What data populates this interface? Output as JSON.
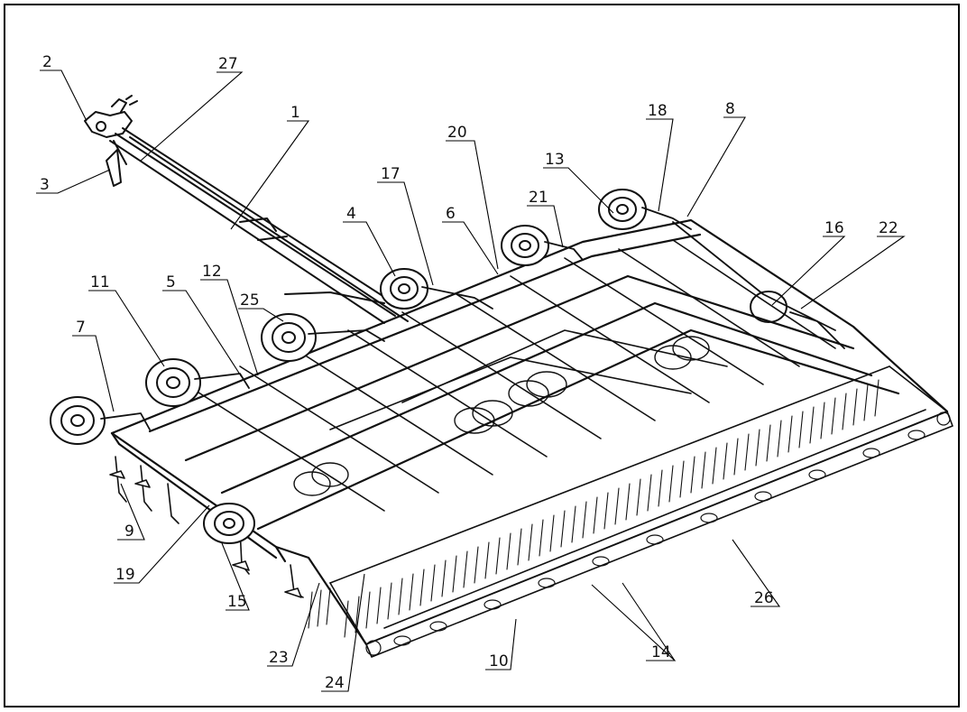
{
  "callouts": {
    "c1": "1",
    "c2": "2",
    "c3": "3",
    "c4": "4",
    "c5": "5",
    "c6": "6",
    "c7": "7",
    "c8": "8",
    "c9": "9",
    "c10": "10",
    "c11": "11",
    "c12": "12",
    "c13": "13",
    "c14": "14",
    "c15": "15",
    "c16": "16",
    "c17": "17",
    "c18": "18",
    "c19": "19",
    "c20": "20",
    "c21": "21",
    "c22": "22",
    "c23": "23",
    "c24": "24",
    "c25": "25",
    "c26": "26",
    "c27": "27"
  },
  "colors": {
    "ink": "#111111",
    "background": "#ffffff",
    "frame": "#000000"
  }
}
